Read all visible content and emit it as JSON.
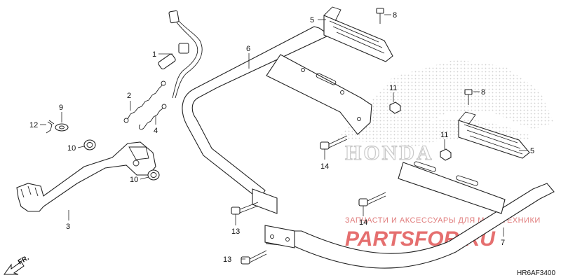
{
  "diagram": {
    "code": "HR6AF3400",
    "front_indicator": "FR.",
    "brand_emblem": "HONDA",
    "watermark": {
      "line1": "ЗАПЧАСТИ И АКСЕССУАРЫ ДЛЯ МОТОТЕХНИКИ",
      "line2": "PARTSFOR.RU"
    },
    "callouts": [
      {
        "id": "c1",
        "label": "1"
      },
      {
        "id": "c2",
        "label": "2"
      },
      {
        "id": "c3",
        "label": "3"
      },
      {
        "id": "c4",
        "label": "4"
      },
      {
        "id": "c5a",
        "label": "5"
      },
      {
        "id": "c5b",
        "label": "5"
      },
      {
        "id": "c6",
        "label": "6"
      },
      {
        "id": "c7",
        "label": "7"
      },
      {
        "id": "c8a",
        "label": "8"
      },
      {
        "id": "c8b",
        "label": "8"
      },
      {
        "id": "c9",
        "label": "9"
      },
      {
        "id": "c10a",
        "label": "10"
      },
      {
        "id": "c10b",
        "label": "10"
      },
      {
        "id": "c11a",
        "label": "11"
      },
      {
        "id": "c11b",
        "label": "11"
      },
      {
        "id": "c12",
        "label": "12"
      },
      {
        "id": "c13a",
        "label": "13"
      },
      {
        "id": "c13b",
        "label": "13"
      },
      {
        "id": "c14a",
        "label": "14"
      },
      {
        "id": "c14b",
        "label": "14"
      }
    ]
  }
}
